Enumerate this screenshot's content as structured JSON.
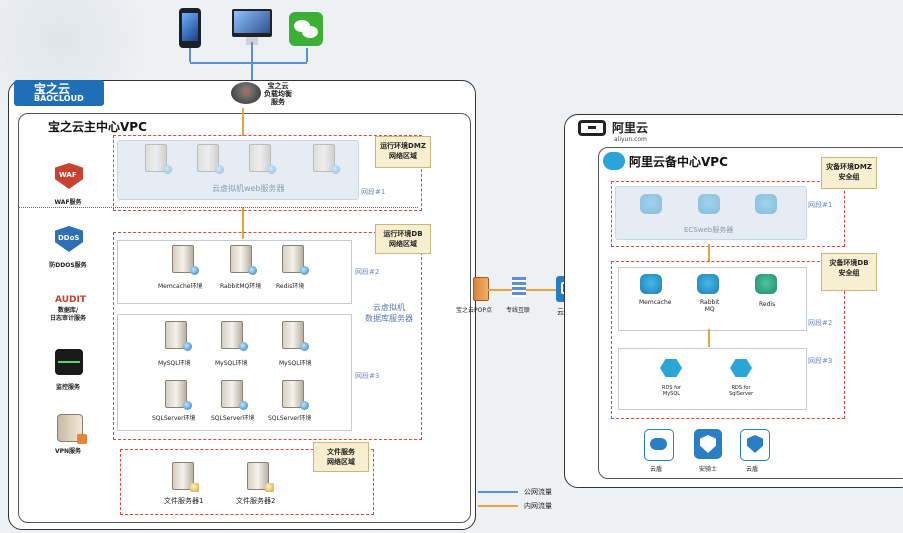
{
  "brand": {
    "baocloud_cn": "宝之云",
    "baocloud_en": "BAOCLOUD",
    "aliyun_cn": "阿里云",
    "aliyun_en": "aliyun.com"
  },
  "top": {
    "lb_label": "宝之云\n负载均衡\n服务"
  },
  "left_vpc": {
    "title": "宝之云主中心VPC",
    "dmz_tag": "运行环境DMZ\n网络区域",
    "web_label": "云虚拟机web服务器",
    "seg1": "网段#1",
    "db_tag": "运行环境DB\n网络区域",
    "seg2": "网段#2",
    "seg3": "网段#3",
    "db_label": "云虚拟机\n数据库服务器",
    "cache_servers": [
      "Memcache环境",
      "RabbitMQ环境",
      "Redis环境"
    ],
    "mysql_servers": [
      "MySQL环境",
      "MySQL环境",
      "MySQL环境"
    ],
    "sqlserver_servers": [
      "SQLServer环境",
      "SQLServer环境",
      "SQLServer环境"
    ],
    "file_tag": "文件服务\n网络区域",
    "file_servers": [
      "文件服务器1",
      "文件服务器2"
    ]
  },
  "sidebar": {
    "items": [
      {
        "icon": "waf-icon",
        "label": "WAF服务",
        "icon_text": "WAF"
      },
      {
        "icon": "ddos-icon",
        "label": "防DDOS服务",
        "icon_text": "DDoS"
      },
      {
        "icon": "audit-icon",
        "label": "数据库/\n日志审计服务",
        "icon_text": "AUDIT"
      },
      {
        "icon": "monitor-icon",
        "label": "监控服务",
        "icon_text": ""
      },
      {
        "icon": "vpn-icon",
        "label": "VPN服务",
        "icon_text": ""
      }
    ]
  },
  "middle": {
    "pop": "宝之云POP点",
    "line": "专线互联",
    "gateway": "云网关"
  },
  "right_vpc": {
    "title": "阿里云备中心VPC",
    "dmz_tag": "灾备环境DMZ\n安全组",
    "web_label": "ECSweb服务器",
    "seg1": "网段#1",
    "db_tag": "灾备环境DB\n安全组",
    "cache_items": [
      "Memcache",
      "Rabbit\nMQ",
      "Redis"
    ],
    "seg2": "网段#2",
    "rds_items": [
      "RDS for\nMySQL",
      "RDS for\nSqlServer"
    ],
    "seg3": "网段#3",
    "bottom_services": [
      "云盾",
      "安骑士",
      "云盾"
    ]
  },
  "legend": {
    "public": "公网流量",
    "internal": "内网流量"
  },
  "colors": {
    "public_line": "#5b8fd6",
    "internal_line": "#e7a53a",
    "dash": "#e2483a"
  }
}
